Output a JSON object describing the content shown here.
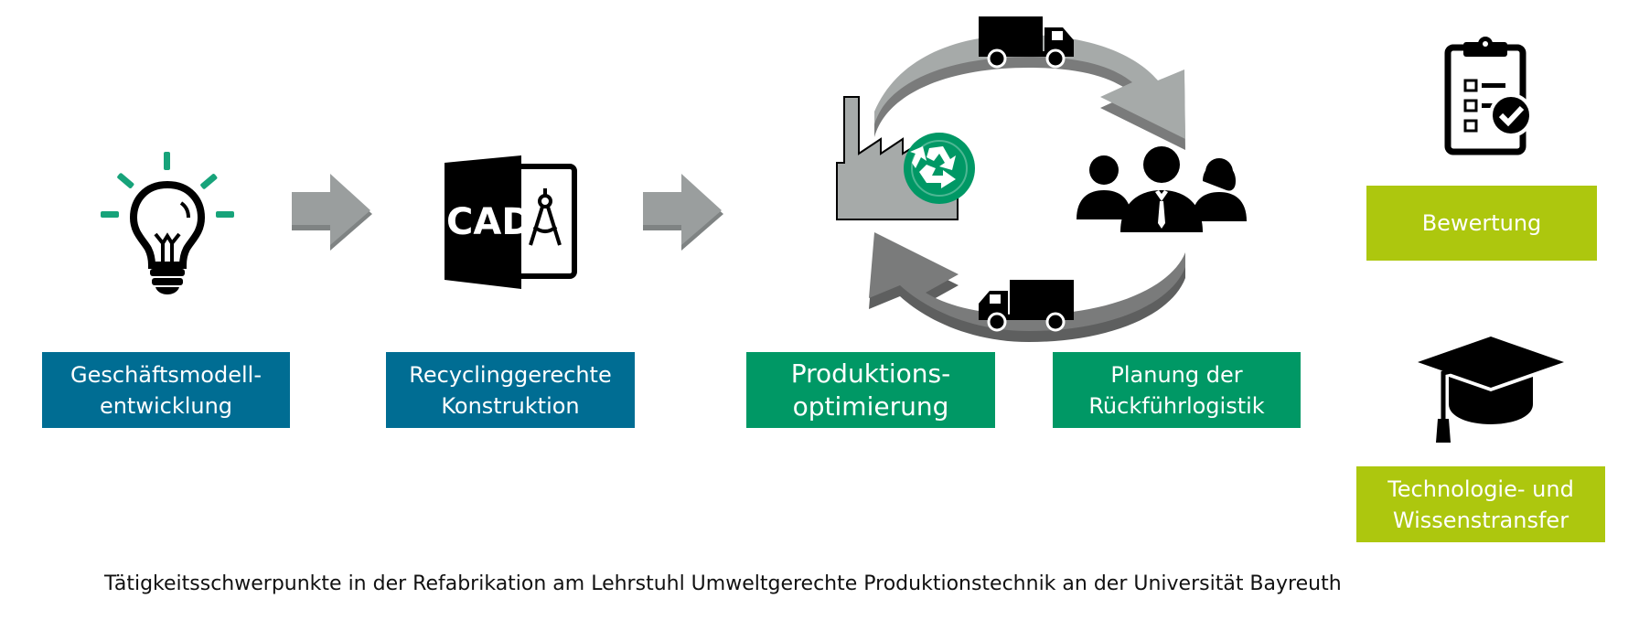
{
  "colors": {
    "blue": "#006d93",
    "green": "#009865",
    "lime": "#adc70e",
    "arrow_gray": "#9a9e9e",
    "cycle_gray_light": "#a6aaa9",
    "cycle_gray_dark": "#7a7b7b"
  },
  "icons": {
    "idea": "lightbulb-icon",
    "cad": "cad-door-icon",
    "factory": "factory-recycling-icon",
    "trucks": "truck-icon",
    "people": "people-group-icon",
    "evaluation": "clipboard-checklist-icon",
    "education": "graduation-cap-icon"
  },
  "cad_label": "CAD",
  "boxes": {
    "geschaeftsmodell": "Geschäftsmodell-\nentwicklung",
    "recycling": "Recyclinggerechte\nKonstruktion",
    "produktion": "Produktions-\noptimierung",
    "planung": "Planung der\nRückführlogistik",
    "bewertung": "Bewertung",
    "technologie": "Technologie- und\nWissenstransfer"
  },
  "caption": "Tätigkeitsschwerpunkte in der Refabrikation am Lehrstuhl Umweltgerechte Produktionstechnik an der Universität Bayreuth"
}
